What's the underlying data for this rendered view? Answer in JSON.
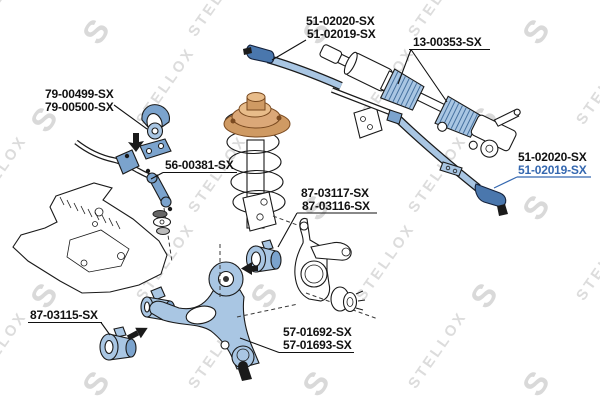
{
  "watermark": {
    "brand": "STELLOX",
    "logo_letter": "S"
  },
  "colors": {
    "part_highlight": "#a9c6e3",
    "part_highlight_mid": "#7ba3cd",
    "part_highlight_dark": "#4a77ad",
    "label_link_blue": "#3568b0",
    "strut_mount_tan": "#cf9a63",
    "watermark_gray": "#d6d6d6",
    "background": "#ffffff"
  },
  "labels": {
    "tie_rod_outer_top": {
      "line1": "51-02020-SX",
      "line2": "51-02019-SX"
    },
    "steering_boot": {
      "line1": "13-00353-SX"
    },
    "stabilizer_bushing": {
      "line1": "79-00499-SX",
      "line2": "79-00500-SX"
    },
    "stabilizer_link": {
      "line1": "56-00381-SX"
    },
    "control_arm_front_bushing": {
      "line1": "87-03117-SX",
      "line2": "87-03116-SX"
    },
    "tie_rod_outer_right": {
      "line1": "51-02020-SX",
      "line2": "51-02019-SX"
    },
    "control_arm_rear_bushing": {
      "line1": "87-03115-SX"
    },
    "ball_joint": {
      "line1": "57-01692-SX",
      "line2": "57-01693-SX"
    }
  }
}
